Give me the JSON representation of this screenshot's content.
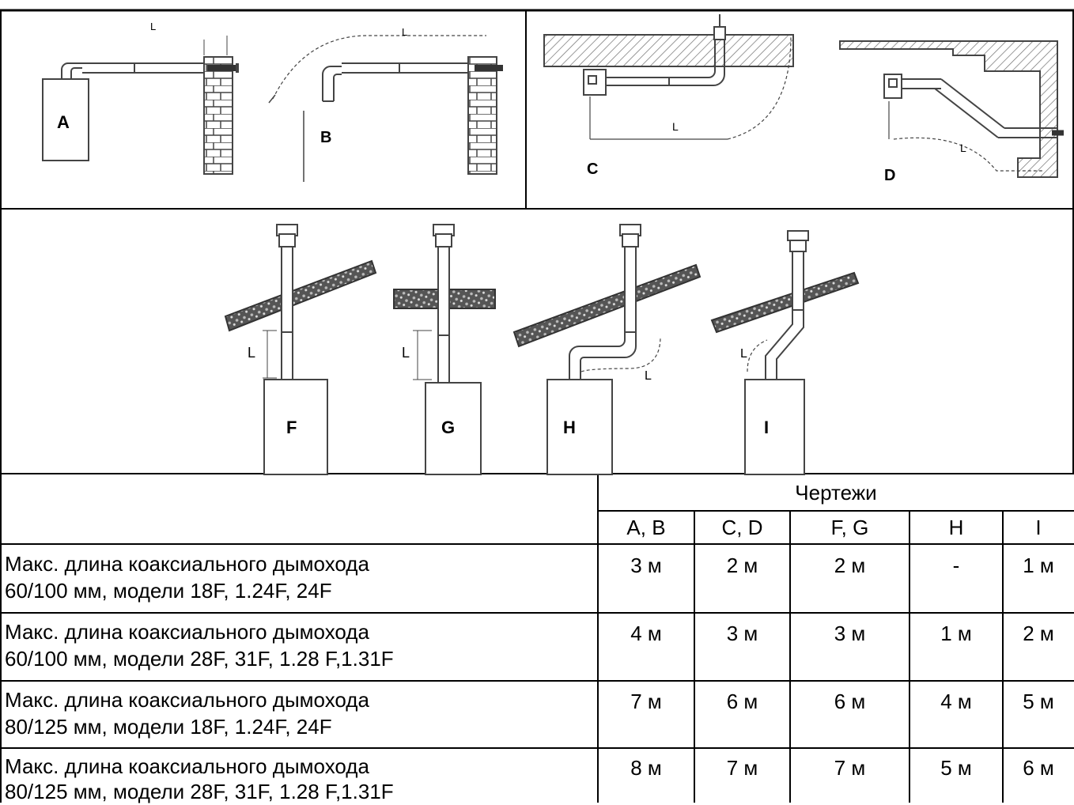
{
  "drawings": {
    "labels": {
      "A": "A",
      "B": "B",
      "C": "C",
      "D": "D",
      "F": "F",
      "G": "G",
      "H": "H",
      "I": "I"
    },
    "dimension_label": "L"
  },
  "table": {
    "group_header": "Чертежи",
    "columns": [
      "A, B",
      "C, D",
      "F, G",
      "H",
      "I"
    ],
    "rows": [
      {
        "line1": "Макс. длина коаксиального дымохода",
        "line2": "60/100 мм, модели 18F, 1.24F, 24F",
        "values": [
          "3 м",
          "2 м",
          "2 м",
          "-",
          "1 м"
        ]
      },
      {
        "line1": "Макс. длина коаксиального дымохода",
        "line2": "60/100 мм, модели 28F, 31F, 1.28 F,1.31F",
        "values": [
          "4 м",
          "3 м",
          "3 м",
          "1 м",
          "2 м"
        ]
      },
      {
        "line1": "Макс. длина коаксиального дымохода",
        "line2": "80/125 мм, модели 18F, 1.24F, 24F",
        "values": [
          "7 м",
          "6 м",
          "6 м",
          "4 м",
          "5 м"
        ]
      },
      {
        "line1": "Макс. длина коаксиального дымохода",
        "line2": "80/125 мм, модели 28F, 31F, 1.28 F,1.31F",
        "values": [
          "8 м",
          "7 м",
          "7 м",
          "5 м",
          "6 м"
        ]
      }
    ]
  }
}
